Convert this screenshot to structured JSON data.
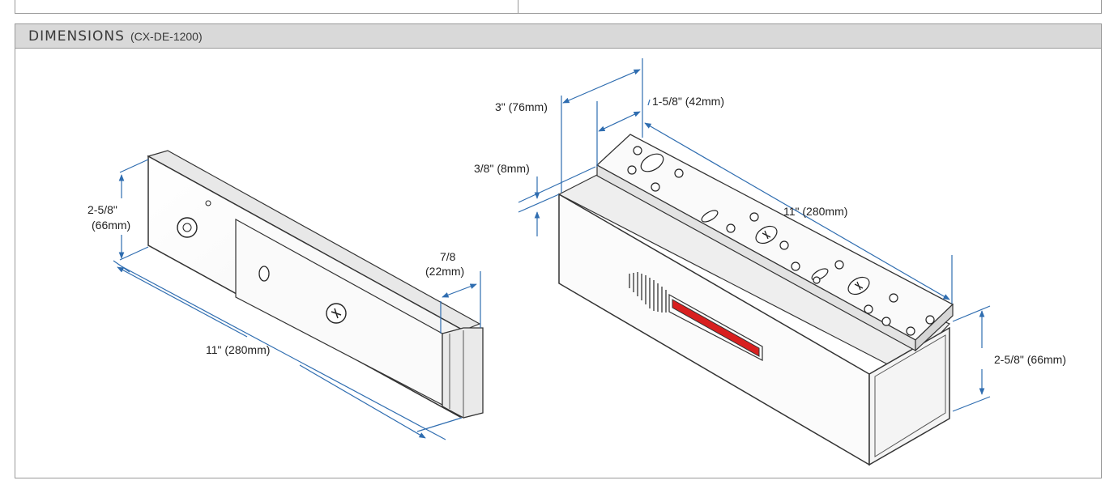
{
  "header": {
    "title": "DIMENSIONS",
    "model": "(CX-DE-1200)"
  },
  "left_view": {
    "height_label_line1": "2-5/8\"",
    "height_label_line2": "(66mm)",
    "length_label": "11\" (280mm)",
    "depth_label_line1": "7/8",
    "depth_label_line2": "(22mm)"
  },
  "right_view": {
    "width_label": "3\" (76mm)",
    "plate_width_label": "1-5/8\" (42mm)",
    "plate_thickness_label": "3/8\" (8mm)",
    "length_label": "11\" (280mm)",
    "height_label": "2-5/8\" (66mm)"
  },
  "colors": {
    "dimension_line": "#2f6db0",
    "indicator": "#d81f1f"
  }
}
